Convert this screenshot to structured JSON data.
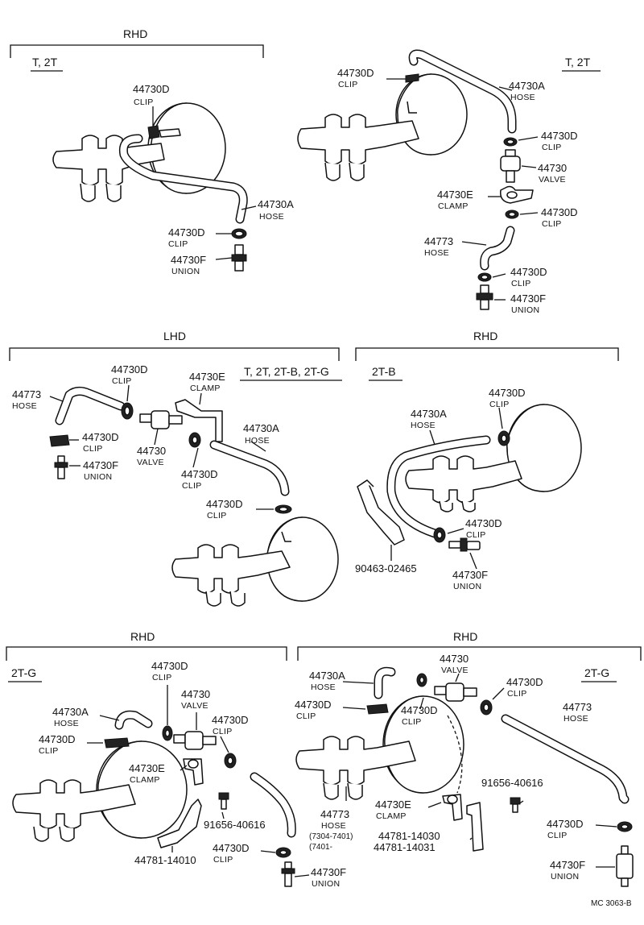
{
  "sections": {
    "top_left": {
      "header": "RHD",
      "variant": "T, 2T"
    },
    "top_right": {
      "variant": "T, 2T"
    },
    "middle_left": {
      "header": "LHD",
      "variant": "T, 2T, 2T-B, 2T-G"
    },
    "middle_right": {
      "header": "RHD",
      "variant": "2T-B"
    },
    "bottom_left": {
      "header": "RHD",
      "variant": "2T-G"
    },
    "bottom_right": {
      "header": "RHD",
      "variant": "2T-G"
    }
  },
  "labels": {
    "tl_clip_top": {
      "num": "44730D",
      "name": "CLIP"
    },
    "tl_hose": {
      "num": "44730A",
      "name": "HOSE"
    },
    "tl_clip": {
      "num": "44730D",
      "name": "CLIP"
    },
    "tl_union": {
      "num": "44730F",
      "name": "UNION"
    },
    "tr_clip_top": {
      "num": "44730D",
      "name": "CLIP"
    },
    "tr_hose_a": {
      "num": "44730A",
      "name": "HOSE"
    },
    "tr_clip_1": {
      "num": "44730D",
      "name": "CLIP"
    },
    "tr_valve": {
      "num": "44730",
      "name": "VALVE"
    },
    "tr_clamp": {
      "num": "44730E",
      "name": "CLAMP"
    },
    "tr_clip_2": {
      "num": "44730D",
      "name": "CLIP"
    },
    "tr_hose": {
      "num": "44773",
      "name": "HOSE"
    },
    "tr_clip_3": {
      "num": "44730D",
      "name": "CLIP"
    },
    "tr_union": {
      "num": "44730F",
      "name": "UNION"
    },
    "ml_hose": {
      "num": "44773",
      "name": "HOSE"
    },
    "ml_clip_top": {
      "num": "44730D",
      "name": "CLIP"
    },
    "ml_clamp": {
      "num": "44730E",
      "name": "CLAMP"
    },
    "ml_clip_left": {
      "num": "44730D",
      "name": "CLIP"
    },
    "ml_valve": {
      "num": "44730",
      "name": "VALVE"
    },
    "ml_union": {
      "num": "44730F",
      "name": "UNION"
    },
    "ml_clip_mid": {
      "num": "44730D",
      "name": "CLIP"
    },
    "ml_hose_a": {
      "num": "44730A",
      "name": "HOSE"
    },
    "ml_clip_low": {
      "num": "44730D",
      "name": "CLIP"
    },
    "mr_hose_a": {
      "num": "44730A",
      "name": "HOSE"
    },
    "mr_clip_top": {
      "num": "44730D",
      "name": "CLIP"
    },
    "mr_clip_low": {
      "num": "44730D",
      "name": "CLIP"
    },
    "mr_union": {
      "num": "44730F",
      "name": "UNION"
    },
    "mr_bracket": {
      "num": "90463-02465"
    },
    "bl_clip_top": {
      "num": "44730D",
      "name": "CLIP"
    },
    "bl_valve": {
      "num": "44730",
      "name": "VALVE"
    },
    "bl_hose_a": {
      "num": "44730A",
      "name": "HOSE"
    },
    "bl_clip_r": {
      "num": "44730D",
      "name": "CLIP"
    },
    "bl_clip_l": {
      "num": "44730D",
      "name": "CLIP"
    },
    "bl_clamp": {
      "num": "44730E",
      "name": "CLAMP"
    },
    "bl_bolt": {
      "num": "91656-40616"
    },
    "bl_bracket": {
      "num": "44781-14010"
    },
    "bl_clip_low": {
      "num": "44730D",
      "name": "CLIP"
    },
    "bl_union": {
      "num": "44730F",
      "name": "UNION"
    },
    "br_hose_a": {
      "num": "44730A",
      "name": "HOSE"
    },
    "br_valve": {
      "num": "44730",
      "name": "VALVE"
    },
    "br_clip_r": {
      "num": "44730D",
      "name": "CLIP"
    },
    "br_clip_l": {
      "num": "44730D",
      "name": "CLIP"
    },
    "br_clip_mid": {
      "num": "44730D",
      "name": "CLIP"
    },
    "br_hose": {
      "num": "44773",
      "name": "HOSE",
      "date1": "(7304-7401)",
      "date2": "(7401-"
    },
    "br_clamp": {
      "num": "44730E",
      "name": "CLAMP"
    },
    "br_bracket": {
      "num1": "44781-14030",
      "num2": "44781-14031"
    },
    "br_bolt": {
      "num": "91656-40616"
    },
    "br_clip_low": {
      "num": "44730D",
      "name": "CLIP"
    },
    "br_union": {
      "num": "44730F",
      "name": "UNION"
    }
  },
  "footer": {
    "code": "MC 3063-B"
  }
}
